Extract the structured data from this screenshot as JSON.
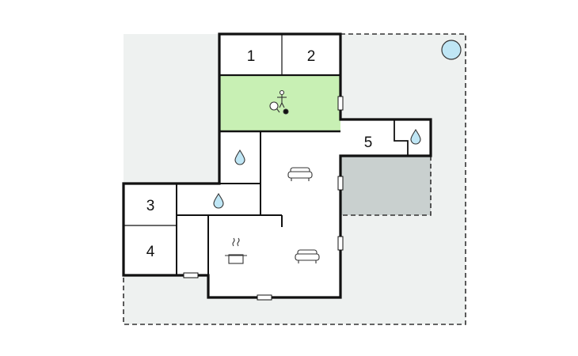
{
  "rooms": [
    {
      "id": "r1",
      "label": "1"
    },
    {
      "id": "r2",
      "label": "2"
    },
    {
      "id": "r3",
      "label": "3"
    },
    {
      "id": "r4",
      "label": "4"
    },
    {
      "id": "r5",
      "label": "5"
    }
  ],
  "icons": [
    {
      "id": "games",
      "name": "table-tennis-icon"
    },
    {
      "id": "bath-a",
      "name": "water-drop-icon"
    },
    {
      "id": "bath-b",
      "name": "water-drop-icon"
    },
    {
      "id": "bath-c",
      "name": "water-drop-icon"
    },
    {
      "id": "living-a",
      "name": "sofa-icon"
    },
    {
      "id": "living-b",
      "name": "sofa-icon"
    },
    {
      "id": "kitchen",
      "name": "cooking-pot-icon"
    },
    {
      "id": "pool",
      "name": "pool-icon"
    }
  ],
  "colors": {
    "wall": "#111111",
    "plot": "#eef1f0",
    "plot_border": "#333333",
    "games_room": "#c8f0b4",
    "terrace": "#c9d0cf",
    "water": "#bfe6f5",
    "icon_stroke": "#333333"
  }
}
